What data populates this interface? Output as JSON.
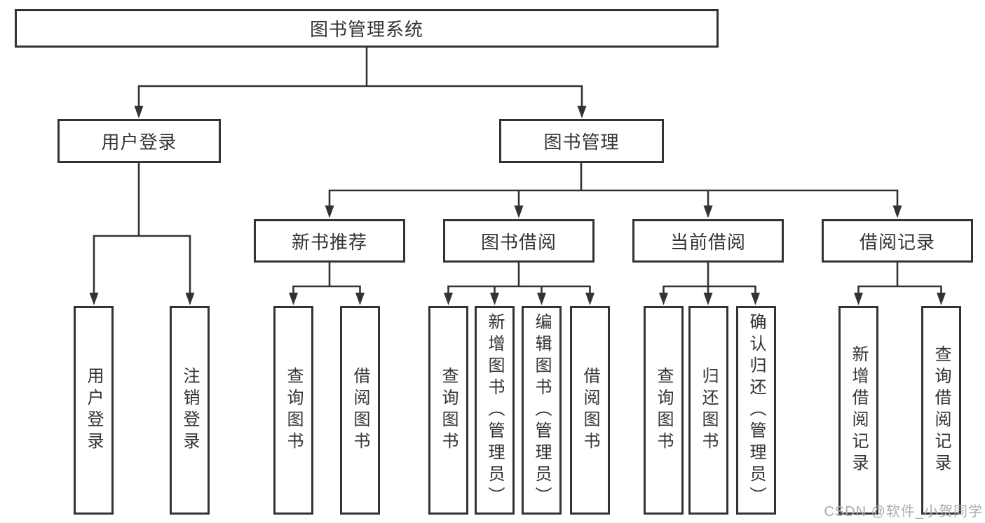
{
  "diagram_title": "图书管理系统",
  "nodes": {
    "root": {
      "label": "图书管理系统"
    },
    "user_login": {
      "label": "用户登录"
    },
    "book_mgmt": {
      "label": "图书管理"
    },
    "new_book_rec": {
      "label": "新书推荐"
    },
    "book_borrow": {
      "label": "图书借阅"
    },
    "current_borrow": {
      "label": "当前借阅"
    },
    "borrow_records": {
      "label": "借阅记录"
    },
    "leaf_user_login": {
      "label": "用户登录"
    },
    "leaf_logout": {
      "label": "注销登录"
    },
    "leaf_rec_query": {
      "label": "查询图书"
    },
    "leaf_rec_borrow": {
      "label": "借阅图书"
    },
    "leaf_bor_query": {
      "label": "查询图书"
    },
    "leaf_bor_add": {
      "label": "新增图书（管理员）"
    },
    "leaf_bor_edit": {
      "label": "编辑图书（管理员）"
    },
    "leaf_bor_borrow": {
      "label": "借阅图书"
    },
    "leaf_cur_query": {
      "label": "查询图书"
    },
    "leaf_cur_return": {
      "label": "归还图书"
    },
    "leaf_cur_confirm": {
      "label": "确认归还（管理员）"
    },
    "leaf_rec2_add": {
      "label": "新增借阅记录"
    },
    "leaf_rec2_query": {
      "label": "查询借阅记录"
    }
  },
  "watermark": {
    "text": "CSDN @软件_小贺同学"
  },
  "colors": {
    "line": "#333333",
    "text": "#333333",
    "watermark": "#ababab",
    "background": "#ffffff"
  }
}
